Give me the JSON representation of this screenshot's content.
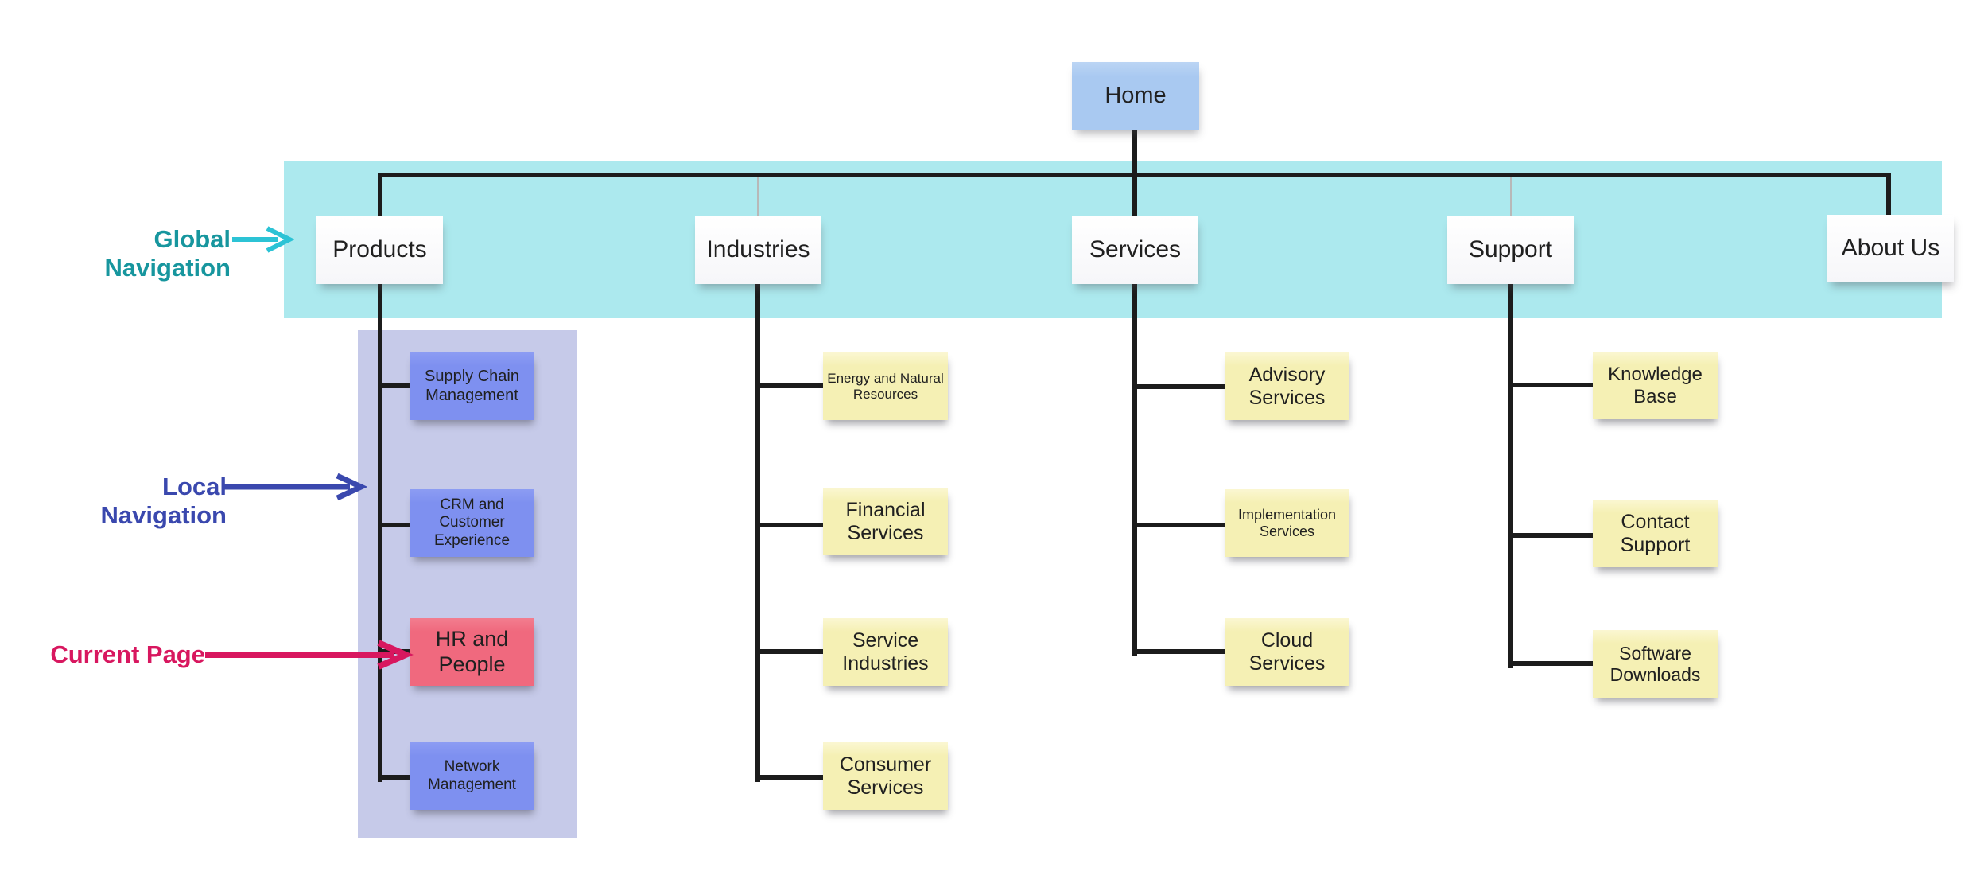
{
  "title": "Website sitemap with navigation types",
  "colors": {
    "band": "#ace9ee",
    "panel": "#c6cae9",
    "home": "#a9c9f1",
    "peri": "#7e90f0",
    "current": "#f0697e",
    "yellow": "#f5f0b4",
    "line": "#1c1c1c",
    "thin": "#b8b8b8",
    "teal": "#17969e",
    "teal-arrow": "#2cc3d5",
    "indigo": "#3a48ae",
    "magenta": "#d8175f",
    "text": "#202020"
  },
  "annotations": {
    "global": {
      "label": "Global Navigation"
    },
    "local": {
      "label": "Local Navigation"
    },
    "current": {
      "label": "Current Page"
    }
  },
  "home": {
    "label": "Home"
  },
  "nav": [
    {
      "label": "Products",
      "children": [
        {
          "label": "Supply Chain Management"
        },
        {
          "label": "CRM and Customer Experience"
        },
        {
          "label": "HR and People",
          "current": true
        },
        {
          "label": "Network Management"
        }
      ]
    },
    {
      "label": "Industries",
      "children": [
        {
          "label": "Energy and Natural Resources"
        },
        {
          "label": "Financial Services"
        },
        {
          "label": "Service Industries"
        },
        {
          "label": "Consumer Services"
        }
      ]
    },
    {
      "label": "Services",
      "children": [
        {
          "label": "Advisory Services"
        },
        {
          "label": "Implementation Services"
        },
        {
          "label": "Cloud Services"
        }
      ]
    },
    {
      "label": "Support",
      "children": [
        {
          "label": "Knowledge Base"
        },
        {
          "label": "Contact Support"
        },
        {
          "label": "Software Downloads"
        }
      ]
    },
    {
      "label": "About Us",
      "children": []
    }
  ]
}
